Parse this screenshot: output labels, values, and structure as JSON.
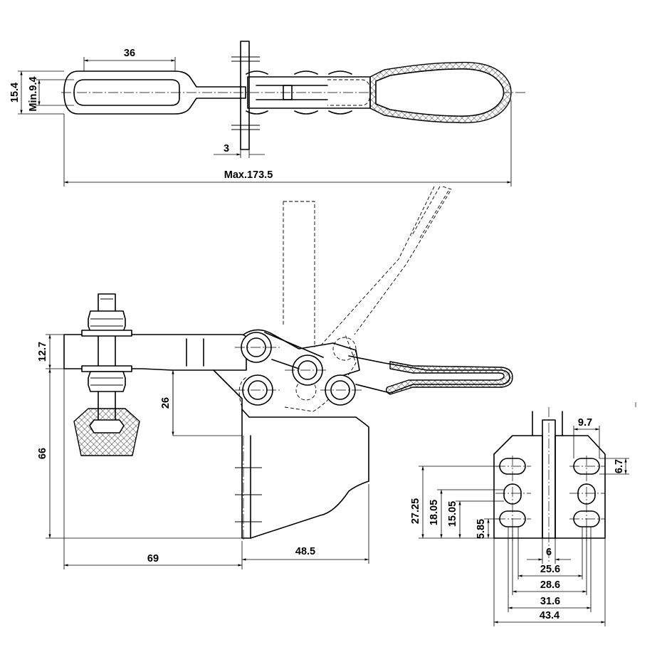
{
  "drawing": {
    "top_view": {
      "dims": {
        "loop_length": "36",
        "loop_height": "15.4",
        "loop_inner": "Min.9.4",
        "plate": "3",
        "overall": "Max.173.5"
      }
    },
    "side_view": {
      "dims": {
        "arm_thickness": "12.7",
        "bar_drop": "26",
        "height": "66",
        "reach": "69",
        "base_depth": "48.5"
      }
    },
    "base_view": {
      "dims": {
        "slot_width": "9.7",
        "slot_height": "6.7",
        "row_top": "27.25",
        "row_mid_upper": "18.05",
        "row_mid_lower": "15.05",
        "row_bottom": "5.85",
        "gap": "6",
        "span_inner": "25.6",
        "span_mid": "28.6",
        "span_outer": "31.6",
        "width": "43.4"
      }
    }
  }
}
